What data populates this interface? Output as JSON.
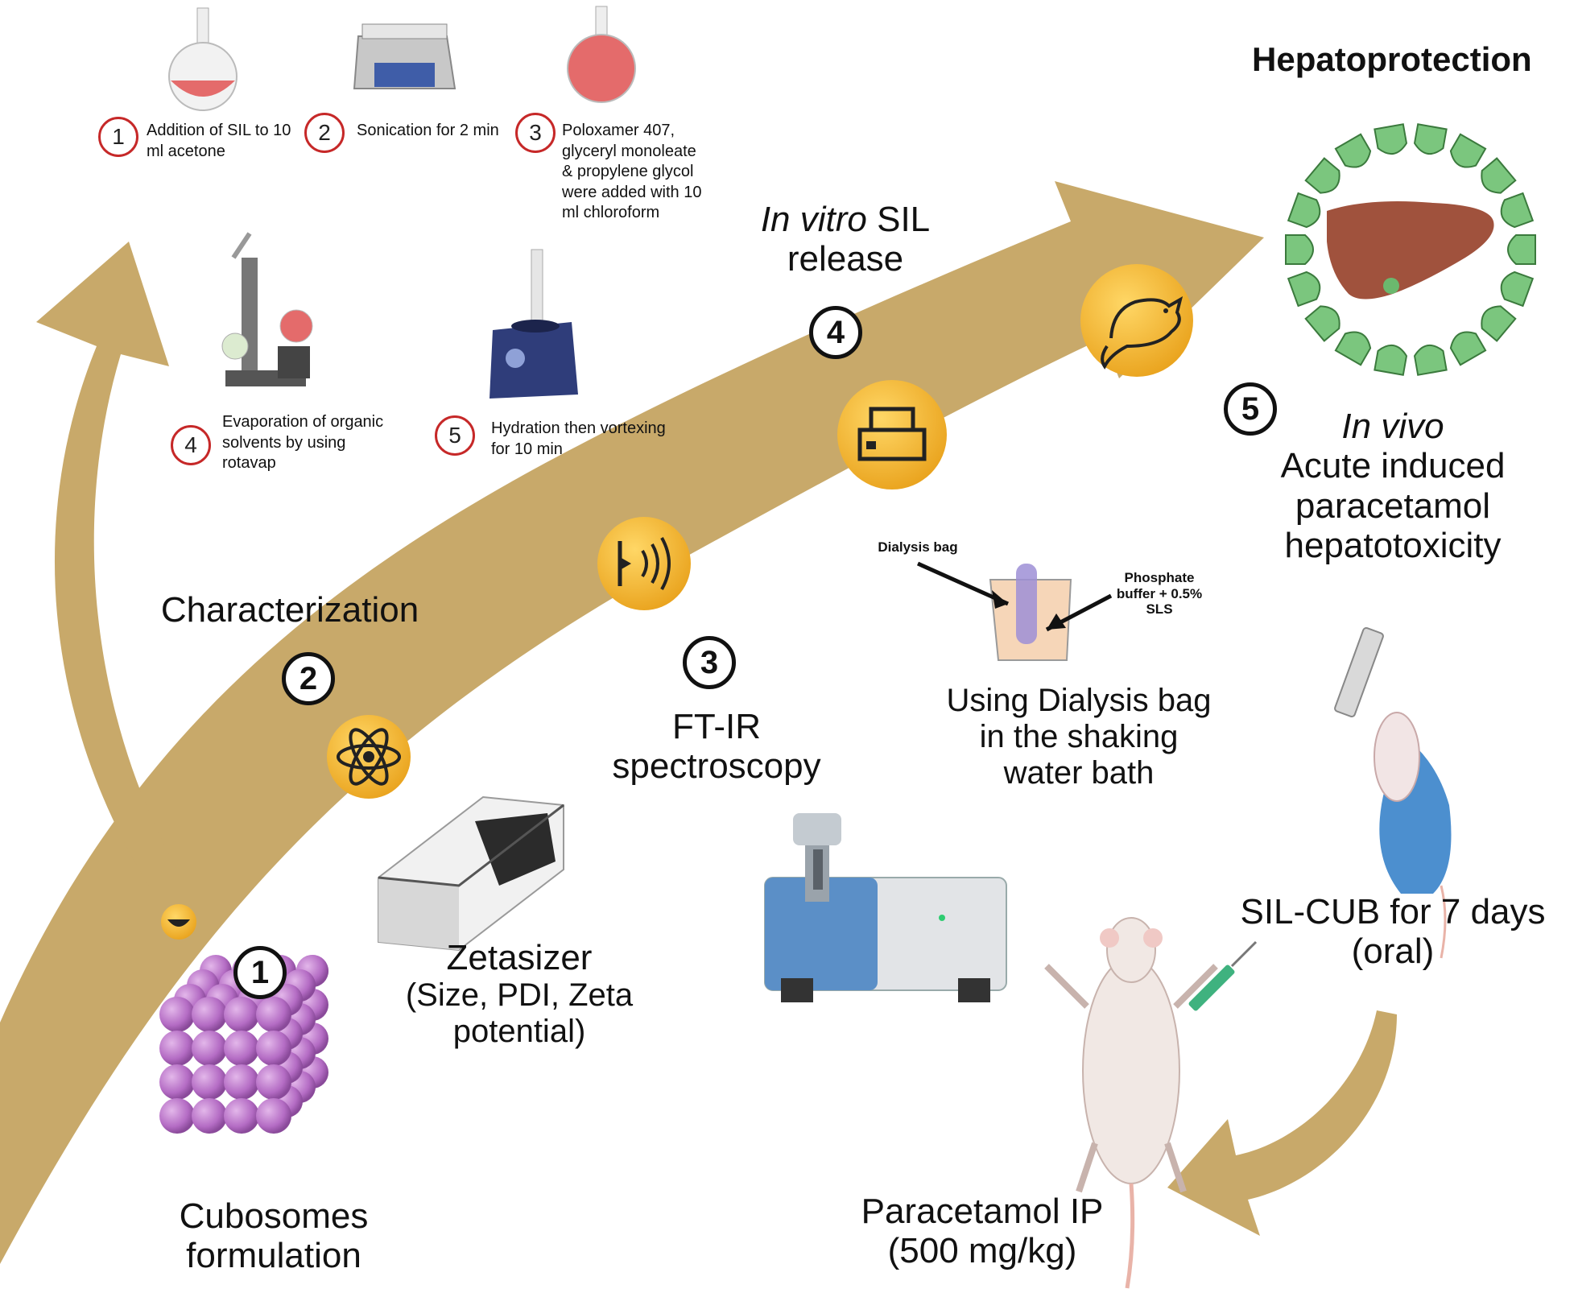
{
  "title": "Hepatoprotection",
  "steps": {
    "s1": {
      "num": "1",
      "label_1": "Cubosomes",
      "label_2": "formulation"
    },
    "s2": {
      "num": "2",
      "label": "Characterization"
    },
    "s3": {
      "num": "3",
      "label_1": "FT-IR",
      "label_2": "spectroscopy"
    },
    "s4": {
      "num": "4",
      "label_italic": "In vitro",
      "label_rest": " SIL",
      "label_2": "release"
    },
    "s5": {
      "num": "5",
      "label_italic": "In vivo",
      "label_1": "Acute induced",
      "label_2": "paracetamol",
      "label_3": "hepatotoxicity"
    }
  },
  "zetasizer": {
    "line1": "Zetasizer",
    "line2": "(Size, PDI, Zeta",
    "line3": "potential)"
  },
  "dialysis": {
    "bag_label": "Dialysis bag",
    "buffer_label": "Phosphate buffer + 0.5% SLS",
    "caption_1": "Using Dialysis bag",
    "caption_2": "in the shaking",
    "caption_3": "water bath"
  },
  "invivo": {
    "oral_1": "SIL-CUB for 7 days",
    "oral_2": "(oral)",
    "ip_1": "Paracetamol IP",
    "ip_2": "(500 mg/kg)"
  },
  "prep_steps": [
    {
      "num": "1",
      "text": "Addition of SIL to 10 ml acetone"
    },
    {
      "num": "2",
      "text": "Sonication for 2 min"
    },
    {
      "num": "3",
      "text": "Poloxamer 407, glyceryl monoleate & propylene glycol were added with 10 ml chloroform"
    },
    {
      "num": "4",
      "text": "Evaporation of organic solvents by using rotavap"
    },
    {
      "num": "5",
      "text": "Hydration then vortexing for 10 min"
    }
  ],
  "colors": {
    "arrow": "#c8a96a",
    "badge": "#f2b630",
    "cube": "#b46cc4",
    "shield": "#7bc67e",
    "liver": "#a0523d",
    "flask_liquid": "#e46b6b",
    "red_ring": "#c62828"
  }
}
